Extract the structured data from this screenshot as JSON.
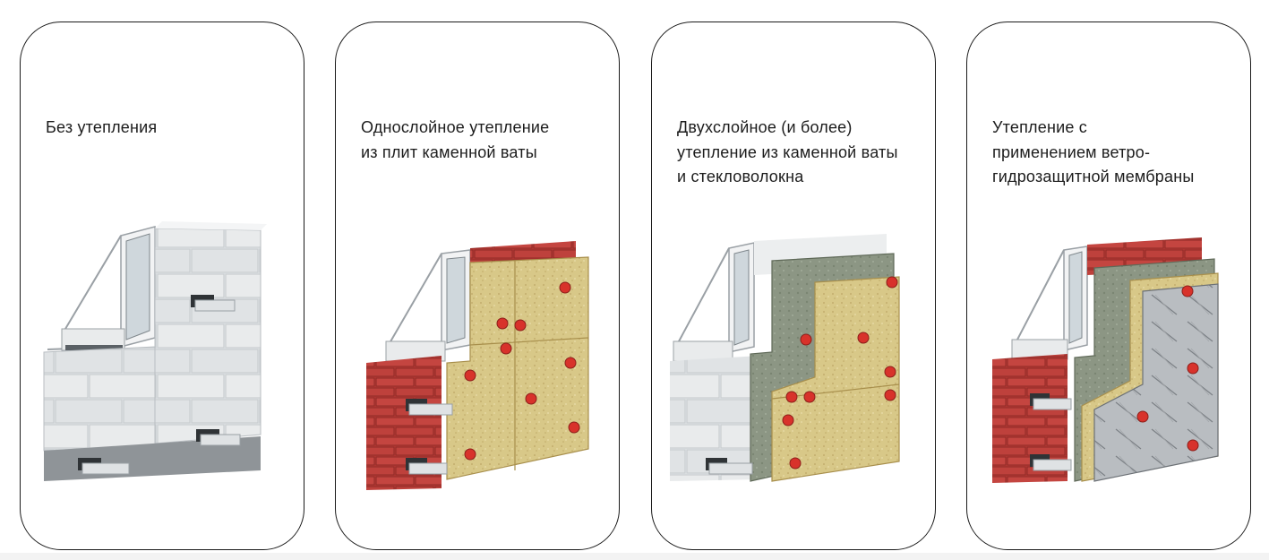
{
  "cards": [
    {
      "title": "Без утепления",
      "illustration": "uninsulated-block-wall"
    },
    {
      "title": "Однослойное утепление\nиз плит каменной ваты",
      "illustration": "single-layer-stone-wool-wall"
    },
    {
      "title": "Двухслойное (и более)\nутепление из каменной ваты\nи стекловолокна",
      "illustration": "double-layer-stone-wool-fiberglass-wall"
    },
    {
      "title": "Утепление с\nприменением ветро-\nгидрозащитной мембраны",
      "illustration": "membrane-insulated-wall"
    }
  ],
  "colors": {
    "border": "#1a1a1a",
    "brick": "#b83a35",
    "stone_wool": "#d9c98a",
    "fiberglass": "#8f9a86",
    "membrane": "#b8bcc0",
    "block": "#e6e8ea",
    "dowel": "#d8322b"
  }
}
